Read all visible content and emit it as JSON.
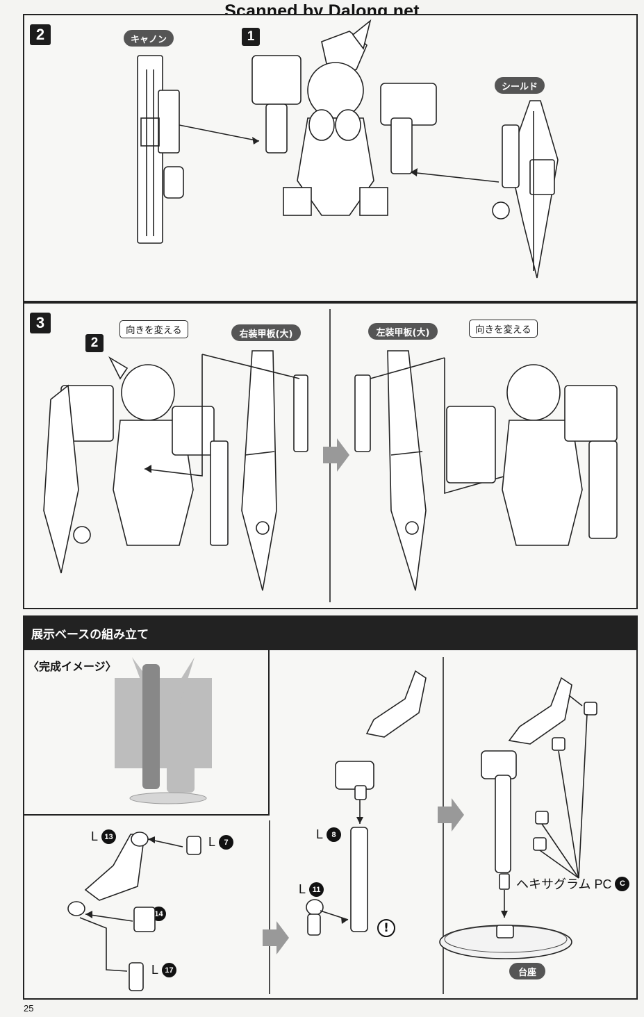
{
  "watermark": "Scanned by Dalong.net",
  "step2": {
    "number": "2",
    "sub_step_ref": "1",
    "cannon_label": "キャノン",
    "shield_label": "シールド"
  },
  "step3": {
    "number": "3",
    "sub_step_ref": "2",
    "change_direction_left": "向きを変える",
    "right_armor_label": "右装甲板(大)",
    "left_armor_label": "左装甲板(大)",
    "change_direction_right": "向きを変える"
  },
  "base_section": {
    "title": "展示ベースの組み立て",
    "completion_label": "〈完成イメージ〉",
    "parts": [
      {
        "letter": "L",
        "num": "13"
      },
      {
        "letter": "L",
        "num": "7"
      },
      {
        "letter": "L",
        "num": "14"
      },
      {
        "letter": "L",
        "num": "17"
      },
      {
        "letter": "L",
        "num": "8"
      },
      {
        "letter": "L",
        "num": "11"
      }
    ],
    "caution_mark": "!",
    "hexagram_label": "ヘキサグラム PC",
    "hexagram_runner": "C",
    "base_label": "台座"
  },
  "page_number": "25"
}
